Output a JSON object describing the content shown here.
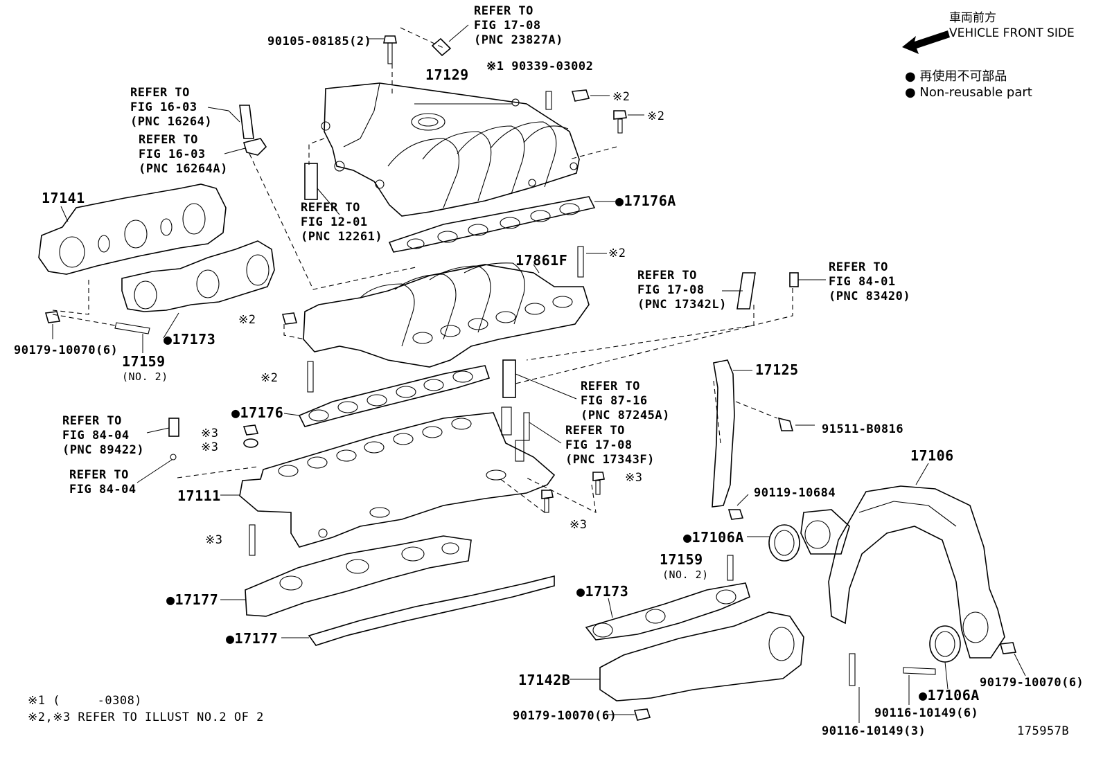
{
  "figure_code": "175957B",
  "vehicle_front": {
    "ja": "車両前方",
    "en": "VEHICLE FRONT SIDE"
  },
  "legend": {
    "ja": "● 再使用不可部品",
    "en": "● Non-reusable part"
  },
  "footnotes": {
    "note1": "※1 (     -0308)",
    "note2": "※2,※3 REFER TO ILLUST NO.2 OF 2"
  },
  "part_numbers": {
    "p17129": "17129",
    "p17141": "17141",
    "p17176A": "●17176A",
    "p17861F": "17861F",
    "p17173_a": "●17173",
    "p17159_a": "17159",
    "p17159_a_sub": "(NO. 2)",
    "p17176": "●17176",
    "p17111": "17111",
    "p17177_a": "●17177",
    "p17177_b": "●17177",
    "p17125": "17125",
    "p17106": "17106",
    "p17106A_a": "●17106A",
    "p17159_b": "17159",
    "p17159_b_sub": "(NO. 2)",
    "p17173_b": "●17173",
    "p17142B": "17142B",
    "p17106A_b": "●17106A",
    "b90105": "90105-08185(2)",
    "b90339": "※1 90339-03002",
    "b90179_a": "90179-10070(6)",
    "b91511": "91511-B0816",
    "b90119": "90119-10684",
    "b90179_b": "90179-10070(6)",
    "b90116_a": "90116-10149(6)",
    "b90116_b": "90116-10149(3)",
    "b90179_c": "90179-10070(6)"
  },
  "marks": {
    "m2_a": "※2",
    "m2_b": "※2",
    "m2_c": "※2",
    "m2_d": "※2",
    "m2_e": "※2",
    "m3_a": "※3",
    "m3_b": "※3",
    "m3_c": "※3",
    "m3_d": "※3",
    "m3_e": "※3"
  },
  "refers": {
    "r23827A": "REFER TO\nFIG 17-08\n(PNC 23827A)",
    "r16264": "REFER TO\nFIG 16-03\n(PNC 16264)",
    "r16264A": "REFER TO\nFIG 16-03\n(PNC 16264A)",
    "r12261": "REFER TO\nFIG 12-01\n(PNC 12261)",
    "r17342L": "REFER TO\nFIG 17-08\n(PNC 17342L)",
    "r83420": "REFER TO\nFIG 84-01\n(PNC 83420)",
    "r87245A": "REFER TO\nFIG 87-16\n(PNC 87245A)",
    "r17343F": "REFER TO\nFIG 17-08\n(PNC 17343F)",
    "r89422": "REFER TO\nFIG 84-04\n(PNC 89422)",
    "r8404": "REFER TO\nFIG 84-04"
  }
}
